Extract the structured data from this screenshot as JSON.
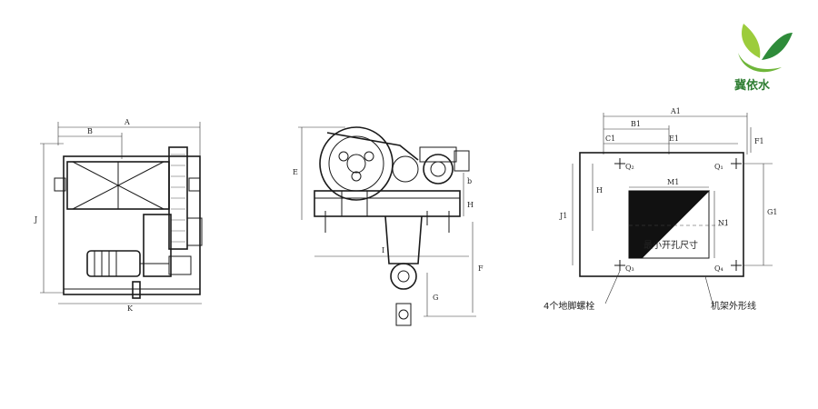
{
  "brand": {
    "name": "冀依水",
    "colors": {
      "leaf_light": "#9ccc3c",
      "leaf_dark": "#2e8b3a",
      "text": "#2e7d32"
    }
  },
  "left_view": {
    "dims": {
      "A": "A",
      "B": "B",
      "J": "J",
      "K": "K"
    }
  },
  "middle_view": {
    "dims": {
      "E": "E",
      "b": "b",
      "H": "H",
      "I": "I",
      "F": "F",
      "G": "G"
    }
  },
  "right_view": {
    "dims": {
      "A1": "A1",
      "B1": "B1",
      "C1": "C1",
      "E1": "E1",
      "F1": "F1",
      "M1": "M1",
      "N1": "N1",
      "H": "H",
      "J1": "J1",
      "G1": "G1"
    },
    "bolts": [
      "Q₁",
      "Q₂",
      "Q₃",
      "Q₄"
    ],
    "opening_label": "最小开孔尺寸",
    "callouts": {
      "bolts": "4个地脚螺栓",
      "frame": "机架外形线"
    }
  }
}
